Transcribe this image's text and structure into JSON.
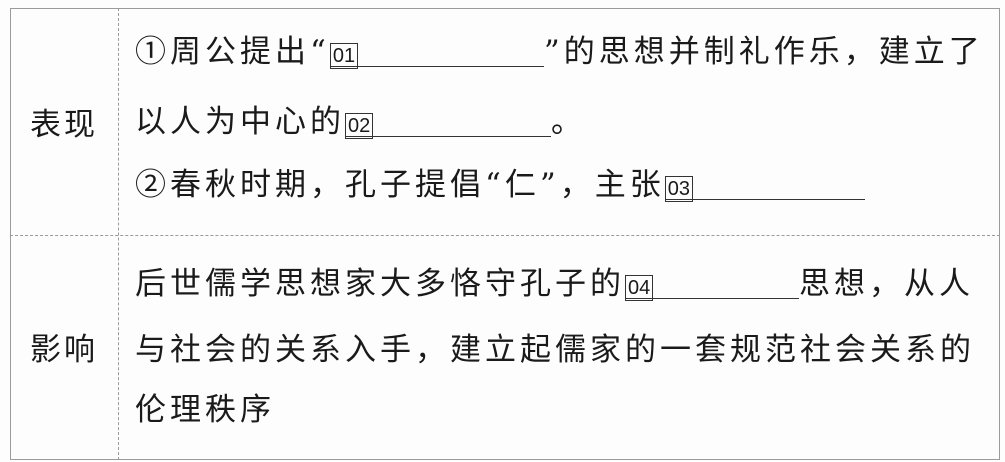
{
  "rows": [
    {
      "label": "表现",
      "lines": [
        {
          "before": "①周公提出“",
          "box": "01",
          "after": "”的思想并制礼作乐，建立了"
        },
        {
          "before": "以人为中心的",
          "box": "02",
          "after": "。"
        },
        {
          "before": "②春秋时期，孔子提倡“仁”，主张",
          "box": "03",
          "after": ""
        }
      ]
    },
    {
      "label": "影响",
      "lines": [
        {
          "before": "后世儒学思想家大多恪守孔子的",
          "box": "04",
          "after": "思想，从人"
        },
        {
          "text": "与社会的关系入手，建立起儒家的一套规范社会关系的"
        },
        {
          "text": "伦理秩序"
        }
      ]
    }
  ]
}
